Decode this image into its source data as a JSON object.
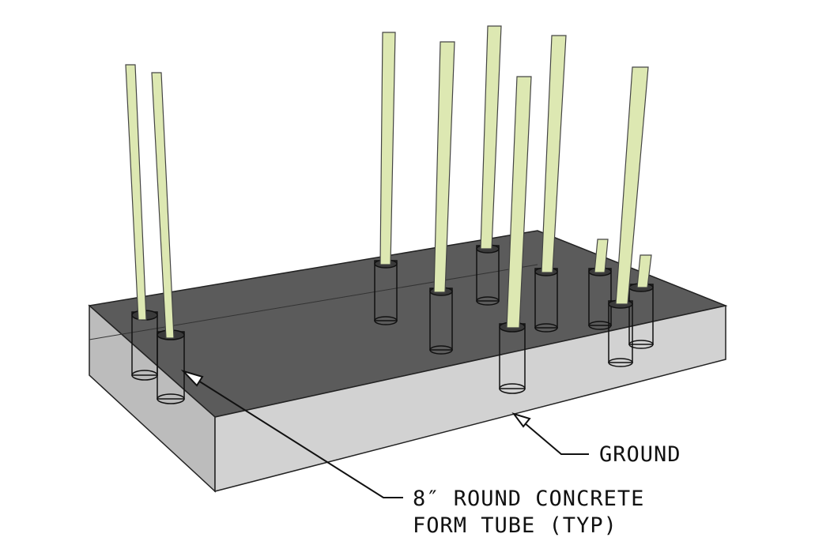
{
  "labels": {
    "ground": "GROUND",
    "tube_line1": "8″ ROUND CONCRETE",
    "tube_line2": "FORM TUBE (TYP)"
  },
  "colors": {
    "ground_top": "#5b5b5b",
    "ground_front": "#cfcfcf",
    "ground_side": "#b3b3b3",
    "post_fill": "#dde8b2",
    "post_stroke": "#444444",
    "outline": "#222222"
  },
  "posts": [
    {
      "id": "post-1"
    },
    {
      "id": "post-2"
    },
    {
      "id": "post-3"
    },
    {
      "id": "post-4"
    },
    {
      "id": "post-5"
    },
    {
      "id": "post-6"
    },
    {
      "id": "post-7"
    },
    {
      "id": "post-8"
    },
    {
      "id": "post-9"
    },
    {
      "id": "post-10"
    }
  ]
}
